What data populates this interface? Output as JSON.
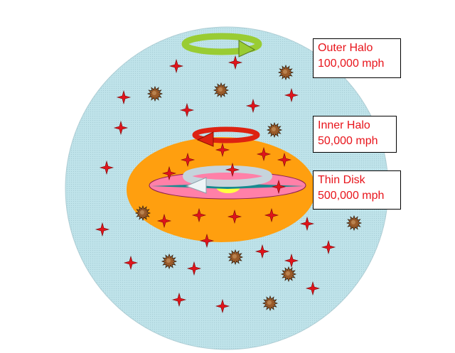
{
  "colors": {
    "outer_halo": "#bfe3ea",
    "inner_halo": "#ff9f0f",
    "thin_disk": "#ff80a8",
    "bulge": "#ffff40",
    "disk_line": "#178a8f",
    "label_text": "#e8141b",
    "star": "#e0141b",
    "cluster": "#9a5b2a",
    "arrow_outer": "#99cc33",
    "arrow_inner": "#dd2211",
    "arrow_disk": "#c6d4dc"
  },
  "labels": {
    "outer_halo": {
      "name": "Outer Halo",
      "speed": "100,000 mph"
    },
    "inner_halo": {
      "name": "Inner Halo",
      "speed": "50,000 mph"
    },
    "thin_disk": {
      "name": "Thin Disk",
      "speed": "500,000 mph"
    }
  },
  "icons": {
    "star": "four-point-star-icon",
    "cluster": "globular-cluster-icon",
    "rotation": "rotation-arrow-icon"
  }
}
